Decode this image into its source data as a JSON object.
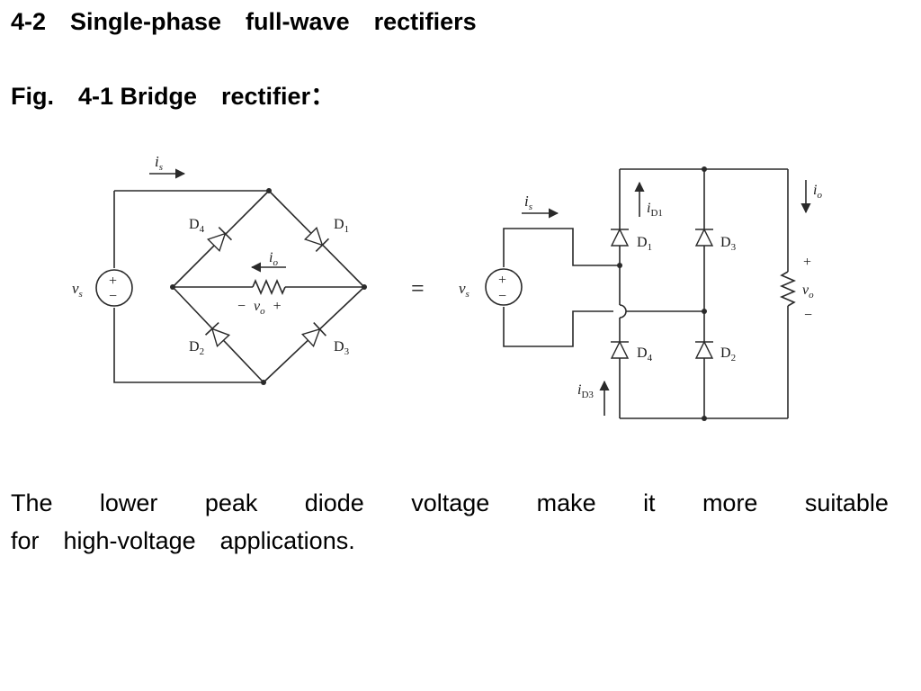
{
  "slide": {
    "title": "4-2　Single-phase　full-wave　rectifiers",
    "figure_caption": "Fig.　4-1 Bridge　rectifier：",
    "body_line1_words": [
      "The",
      "lower",
      "peak",
      "diode",
      "voltage",
      "make",
      "it",
      "more",
      "suitable"
    ],
    "body_line2": "for　high-voltage　applications."
  },
  "diagram": {
    "left": {
      "source_label": "v",
      "source_sub": "s",
      "current_in_label": "i",
      "current_in_sub": "s",
      "diodes": [
        {
          "base": "D",
          "sub": "4"
        },
        {
          "base": "D",
          "sub": "1"
        },
        {
          "base": "D",
          "sub": "2"
        },
        {
          "base": "D",
          "sub": "3"
        }
      ],
      "load_current_label": "i",
      "load_current_sub": "o",
      "load_voltage_minus": "−",
      "load_voltage_label": "v",
      "load_voltage_sub": "o",
      "load_voltage_plus": "+"
    },
    "equals": "=",
    "right": {
      "source_label": "v",
      "source_sub": "s",
      "current_in_label": "i",
      "current_in_sub": "s",
      "diodes": [
        {
          "base": "D",
          "sub": "1"
        },
        {
          "base": "D",
          "sub": "3"
        },
        {
          "base": "D",
          "sub": "4"
        },
        {
          "base": "D",
          "sub": "2"
        }
      ],
      "d1_current_label": "i",
      "d1_current_sub": "D1",
      "d3_current_label": "i",
      "d3_current_sub": "D3",
      "output_current_label": "i",
      "output_current_sub": "o",
      "output_plus": "+",
      "output_voltage_label": "v",
      "output_voltage_sub": "o",
      "output_minus": "−"
    },
    "source_plus": "+",
    "source_minus": "−"
  }
}
